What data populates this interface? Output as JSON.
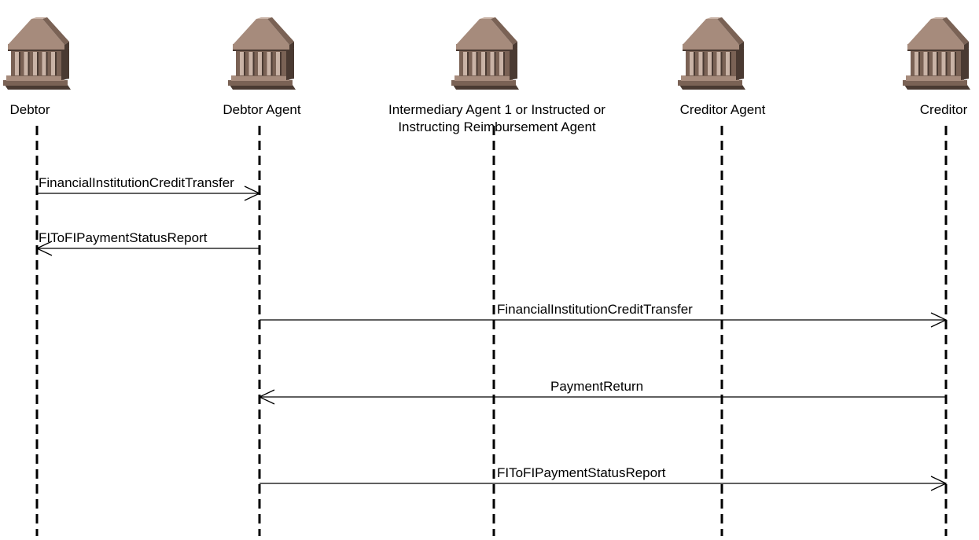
{
  "colors": {
    "icon_face": "#a68b7c",
    "icon_shade": "#7a6255",
    "icon_dark": "#4a3a32",
    "icon_light": "#c9b3a6",
    "line": "#000000"
  },
  "participants": [
    {
      "id": "debtor",
      "icon": "bank-building-icon",
      "label_lines": [
        "Debtor"
      ]
    },
    {
      "id": "debtor-agent",
      "icon": "bank-building-icon",
      "label_lines": [
        "Debtor Agent"
      ]
    },
    {
      "id": "intermediary-agent",
      "icon": "bank-building-icon",
      "label_lines": [
        "Intermediary Agent 1 or Instructed or",
        "Instructing Reimbursement Agent"
      ]
    },
    {
      "id": "creditor-agent",
      "icon": "bank-building-icon",
      "label_lines": [
        "Creditor Agent"
      ]
    },
    {
      "id": "creditor",
      "icon": "bank-building-icon",
      "label_lines": [
        "Creditor"
      ]
    }
  ],
  "messages": [
    {
      "from": 0,
      "to": 1,
      "label": "FinancialInstitutionCreditTransfer"
    },
    {
      "from": 1,
      "to": 0,
      "label": "FIToFIPaymentStatusReport"
    },
    {
      "from": 1,
      "to": 4,
      "label": "FinancialInstitutionCreditTransfer"
    },
    {
      "from": 4,
      "to": 1,
      "label": "PaymentReturn"
    },
    {
      "from": 1,
      "to": 4,
      "label": "FIToFIPaymentStatusReport"
    }
  ]
}
